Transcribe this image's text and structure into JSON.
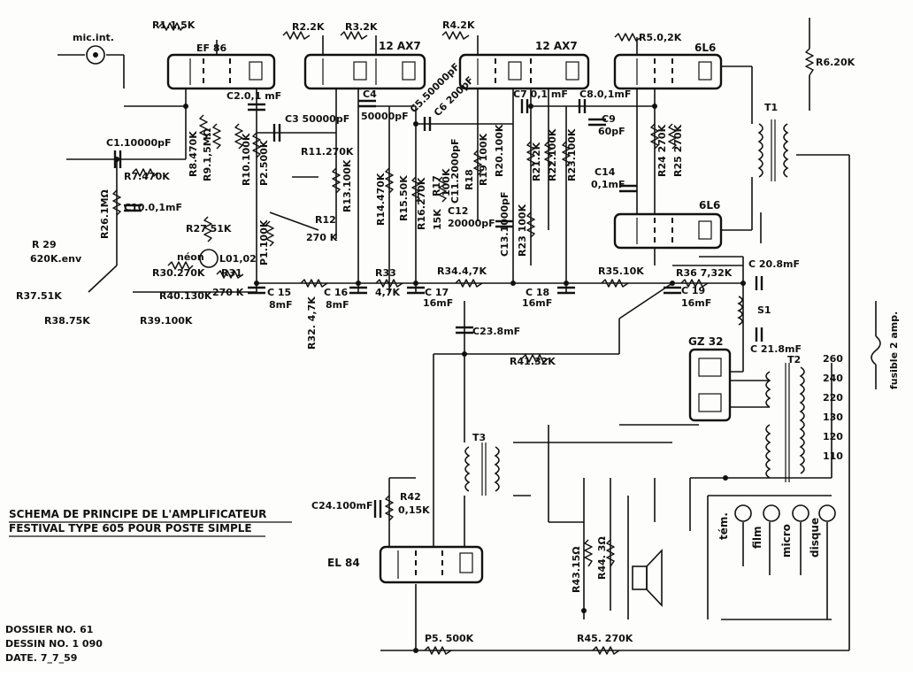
{
  "title": {
    "line1": "SCHEMA DE PRINCIPE DE L'AMPLIFICATEUR",
    "line2": "FESTIVAL TYPE 605 POUR POSTE SIMPLE"
  },
  "file_info": {
    "dossier": "DOSSIER NO. 61",
    "dessin": "DESSIN NO. 1 090",
    "date": "DATE. 7_7_59"
  },
  "labels": {
    "mic_int": "mic.int.",
    "r1": "R1.1,5K",
    "ef86": "EF 86",
    "r2": "R2.2K",
    "r3": "R3.2K",
    "tube_12ax7_a": "12 AX7",
    "r4": "R4.2K",
    "tube_12ax7_b": "12 AX7",
    "r5": "R5.0,2K",
    "tube_6l6_a": "6L6",
    "r6": "R6.20K",
    "c2": "C2.0,1 mF",
    "c3": "C3 50000pF",
    "c4": "C4",
    "c4_value": "50000pF",
    "c5": "C5.50000pF",
    "c6": "C6 200pF",
    "c7": "C7 0,1 mF",
    "c8": "C8.0,1mF",
    "c9": "C9",
    "c9_value": "60pF",
    "t1": "T1",
    "c1": "C1.10000pF",
    "r7": "R7.470K",
    "c10": "C10.0,1mF",
    "r26": "R26.1MΩ",
    "r8": "R8.470K",
    "r9": "R9.1,5MΩ",
    "r10": "R10.100K",
    "p2": "P2.500K",
    "r11": "R11.270K",
    "r12": "R12",
    "r12_value": "270 K",
    "p1": "P1.100K",
    "r13": "R13.100K",
    "r14": "R14.470K",
    "r15": "R15.50K",
    "r16": "R16.270K",
    "r17": "R17",
    "r17_value": "100K",
    "r17_alt": "15K",
    "c11": "C11.2000pF",
    "c12": "C12",
    "c12_value": "20000pF",
    "r18": "R18",
    "r19": "R19 100K",
    "r20": "R20.100K",
    "c13": "C13.1000pF",
    "r21": "R21.2K",
    "r22": "R22.100K",
    "r23": "R23.100K",
    "r23b": "R23 100K",
    "c14": "C14",
    "c14_value": "0,1mF",
    "r24": "R24 270K",
    "r25": "R25 270K",
    "tube_6l6_b": "6L6",
    "r27": "R27 51K",
    "neon": "néon",
    "l01": "L01,02",
    "r29": "R 29",
    "r29_value": "620K.env",
    "r30": "R30.270K",
    "r31": "R31",
    "r31_value": "270 K",
    "r40": "R40.130K",
    "r37": "R37.51K",
    "r38": "R38.75K",
    "r39": "R39.100K",
    "c15": "C 15",
    "c15_value": "8mF",
    "r32": "R32. 4,7K",
    "c16": "C 16",
    "c16_value": "8mF",
    "r33": "R33",
    "r33_value": "4,7K",
    "c17": "C 17",
    "c17_value": "16mF",
    "r34": "R34.4,7K",
    "c18": "C 18",
    "c18_value": "16mF",
    "r35": "R35.10K",
    "r36": "R36 7,32K",
    "c19": "C 19",
    "c19_value": "16mF",
    "c20": "C 20.8mF",
    "s1": "S1",
    "c21": "C 21.8mF",
    "c23": "C23.8mF",
    "r41": "R41.32K",
    "gz32": "GZ 32",
    "t2": "T2",
    "t3": "T3",
    "c24": "C24.100mF",
    "r42": "R42",
    "r42_value": "0,15K",
    "el84": "EL 84",
    "r43": "R43.15Ω",
    "r44": "R44. 3Ω",
    "p5": "P5. 500K",
    "r45": "R45. 270K",
    "fuse": "fusible 2 amp."
  },
  "voltage_taps": [
    "260",
    "240",
    "220",
    "130",
    "120",
    "110"
  ],
  "selector": [
    "tém.",
    "film",
    "micro",
    "disque"
  ]
}
